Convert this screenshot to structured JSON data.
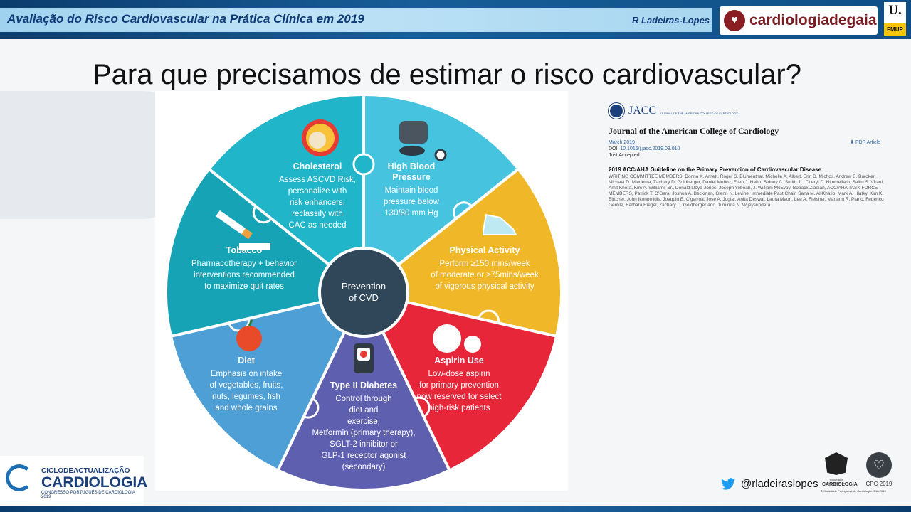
{
  "header": {
    "title": "Avaliação do Risco Cardiovascular na Prática Clínica em 2019",
    "author": "R Ladeiras-Lopes",
    "logo_text": "cardiologiadegaia",
    "fmup_letter": "U.",
    "fmup_label": "FMUP"
  },
  "slide": {
    "title": "Para que precisamos de estimar o risco cardiovascular?"
  },
  "wheel": {
    "center": [
      "Prevention",
      "of CVD"
    ],
    "segments": [
      {
        "title": "Cholesterol",
        "lines": [
          "Assess ASCVD Risk,",
          "personalize with",
          "risk enhancers,",
          "reclassify with",
          "CAC as needed"
        ],
        "color": "#45c3df",
        "icon": "lipid-plaque-icon"
      },
      {
        "title": "High Blood Pressure",
        "title_lines": [
          "High Blood",
          "Pressure"
        ],
        "lines": [
          "Maintain blood",
          "pressure below",
          "130/80 mm Hg"
        ],
        "color": "#f0b828",
        "icon": "bp-cuff-icon"
      },
      {
        "title": "Physical Activity",
        "lines": [
          "Perform ≥150 mins/week",
          "of moderate or ≥75mins/week",
          "of vigorous physical activity"
        ],
        "color": "#e8263a",
        "icon": "running-shoe-icon"
      },
      {
        "title": "Aspirin Use",
        "lines": [
          "Low-dose aspirin",
          "for primary prevention",
          "now reserved for select",
          "high-risk patients"
        ],
        "color": "#5e5fae",
        "icon": "pills-icon"
      },
      {
        "title": "Type II Diabetes",
        "lines": [
          "Control through",
          "diet and",
          "exercise.",
          "Metformin (primary therapy),",
          "SGLT-2 inhibitor or",
          "GLP-1 receptor agonist",
          "(secondary)"
        ],
        "color": "#4d9fd6",
        "icon": "glucometer-icon"
      },
      {
        "title": "Diet",
        "lines": [
          "Emphasis on intake",
          "of vegetables, fruits,",
          "nuts,  legumes, fish",
          "and whole grains"
        ],
        "color": "#16a3b5",
        "icon": "apple-icon"
      },
      {
        "title": "Tobacco",
        "lines": [
          "Pharmacotherapy + behavior",
          "interventions recommended",
          "to maximize quit rates"
        ],
        "color": "#21b5c9",
        "icon": "cigarette-icon"
      }
    ]
  },
  "jacc": {
    "logo": "JACC",
    "logo_sub": "JOURNAL OF THE AMERICAN COLLEGE OF CARDIOLOGY",
    "journal": "Journal of the American College of Cardiology",
    "date": "March 2019",
    "doi_label": "DOI:",
    "doi": "10.1016/j.jacc.2019.03.010",
    "status": "Just Accepted",
    "pdf": "PDF Article",
    "article_title": "2019 ACC/AHA Guideline on the Primary Prevention of Cardiovascular Disease",
    "authors": "WRITING COMMITTEE MEMBERS, Donna K. Arnett, Roger S. Blumenthal, Michelle A. Albert, Erin D. Michos, Andrew B. Buroker, Michael D. Miedema, Zachary D. Goldberger, Daniel Muñoz, Ellen J. Hahn, Sidney C. Smith Jr., Cheryl D. Himmelfarb, Salim S. Virani, Amit Khera, Kim A. Williams Sr., Donald Lloyd-Jones, Joseph Yeboah, J. William McEvoy, Boback Ziaeian, ACC/AHA TASK FORCE MEMBERS, Patrick T. O'Gara, Joshua A. Beckman, Glenn N. Levine, Immediate Past Chair, Sana M. Al-Khatib, Mark A. Hlatky, Kim K. Birtcher, John Ikonomidis, Joaquin E. Cigarroa, José A. Joglar, Anita Deswal, Laura Mauri, Lee A. Fleisher, Mariann R. Piano, Federico Gentile, Barbara Riegel, Zachary D. Goldberger and Duminda N. Wijeysundera"
  },
  "footer": {
    "cac_line1": "CICLODEACTUALIZAÇÃO",
    "cac_line2": "CARDIOLOGIA",
    "cac_line3": "CONGRESSO PORTUGUÊS DE CARDIOLOGIA 2019",
    "twitter_handle": "@rladeiraslopes",
    "spc_caption1": "Sociedade Portuguesa de",
    "spc_caption2": "CARDIOLOGIA",
    "spc_caption3": "© Sociedade Portuguesa de Cardiologia 2018-2019",
    "cpc": "CPC 2019"
  }
}
